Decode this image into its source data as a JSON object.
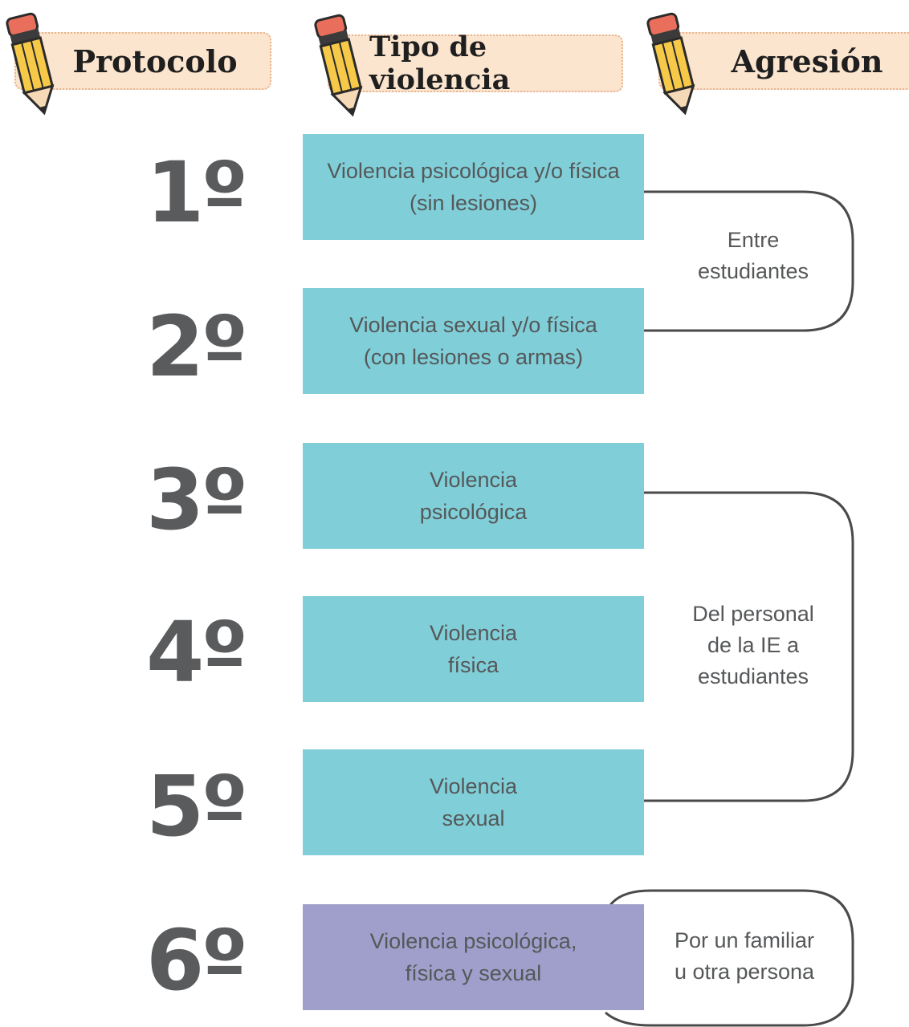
{
  "headers": {
    "protocolo": "Protocolo",
    "tipo": "Tipo de violencia",
    "agresion": "Agresión"
  },
  "rows": [
    {
      "num": "1º",
      "tipo": "Violencia psicológica y/o física\n(sin lesiones)",
      "color": "#80cfd8"
    },
    {
      "num": "2º",
      "tipo": "Violencia sexual y/o física\n(con lesiones o armas)",
      "color": "#80cfd8"
    },
    {
      "num": "3º",
      "tipo": "Violencia\npsicológica",
      "color": "#80cfd8"
    },
    {
      "num": "4º",
      "tipo": "Violencia\nfísica",
      "color": "#80cfd8"
    },
    {
      "num": "5º",
      "tipo": "Violencia\nsexual",
      "color": "#80cfd8"
    },
    {
      "num": "6º",
      "tipo": "Violencia psicológica,\nfísica y sexual",
      "color": "#a09fcb"
    }
  ],
  "agresion": {
    "entre_estudiantes": "Entre\nestudiantes",
    "del_personal": "Del personal\nde la IE a\nestudiantes",
    "por_familiar": "Por un familiar\nu otra persona"
  },
  "colors": {
    "teal": "#80cfd8",
    "purple": "#a09fcb",
    "header_bg": "#fbe5cf",
    "text_gray": "#555759"
  },
  "icons": [
    "pencil-icon",
    "pencil-icon",
    "pencil-icon"
  ]
}
